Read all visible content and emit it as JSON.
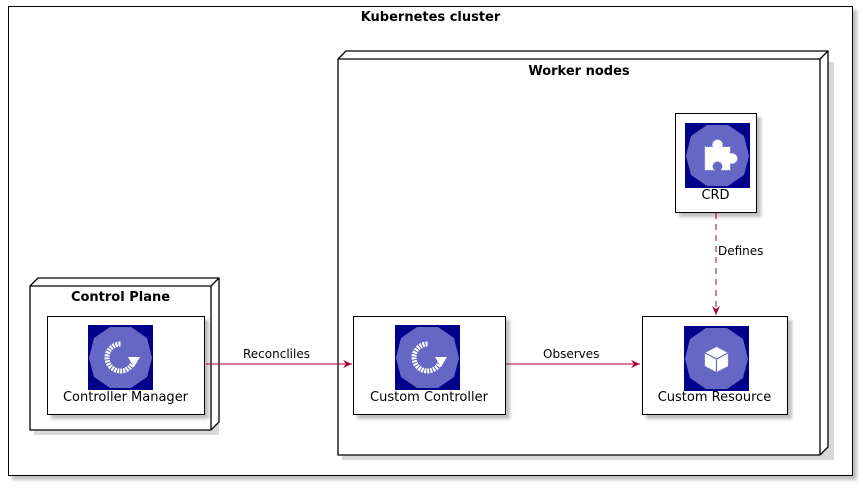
{
  "cluster": {
    "title": "Kubernetes cluster"
  },
  "control_plane": {
    "title": "Control Plane",
    "component": {
      "label": "Controller Manager",
      "icon": "reconcile-icon"
    }
  },
  "worker_nodes": {
    "title": "Worker nodes",
    "custom_controller": {
      "label": "Custom Controller",
      "icon": "reconcile-icon"
    },
    "crd": {
      "label": "CRD",
      "icon": "puzzle-piece-icon"
    },
    "custom_resource": {
      "label": "Custom Resource",
      "icon": "cube-icon"
    }
  },
  "edges": {
    "reconciles": "Reconcliles",
    "observes": "Observes",
    "defines": "Defines"
  },
  "colors": {
    "icon_bg": "#00008b",
    "icon_fill": "#6666c4",
    "arrow": "#a80036"
  }
}
